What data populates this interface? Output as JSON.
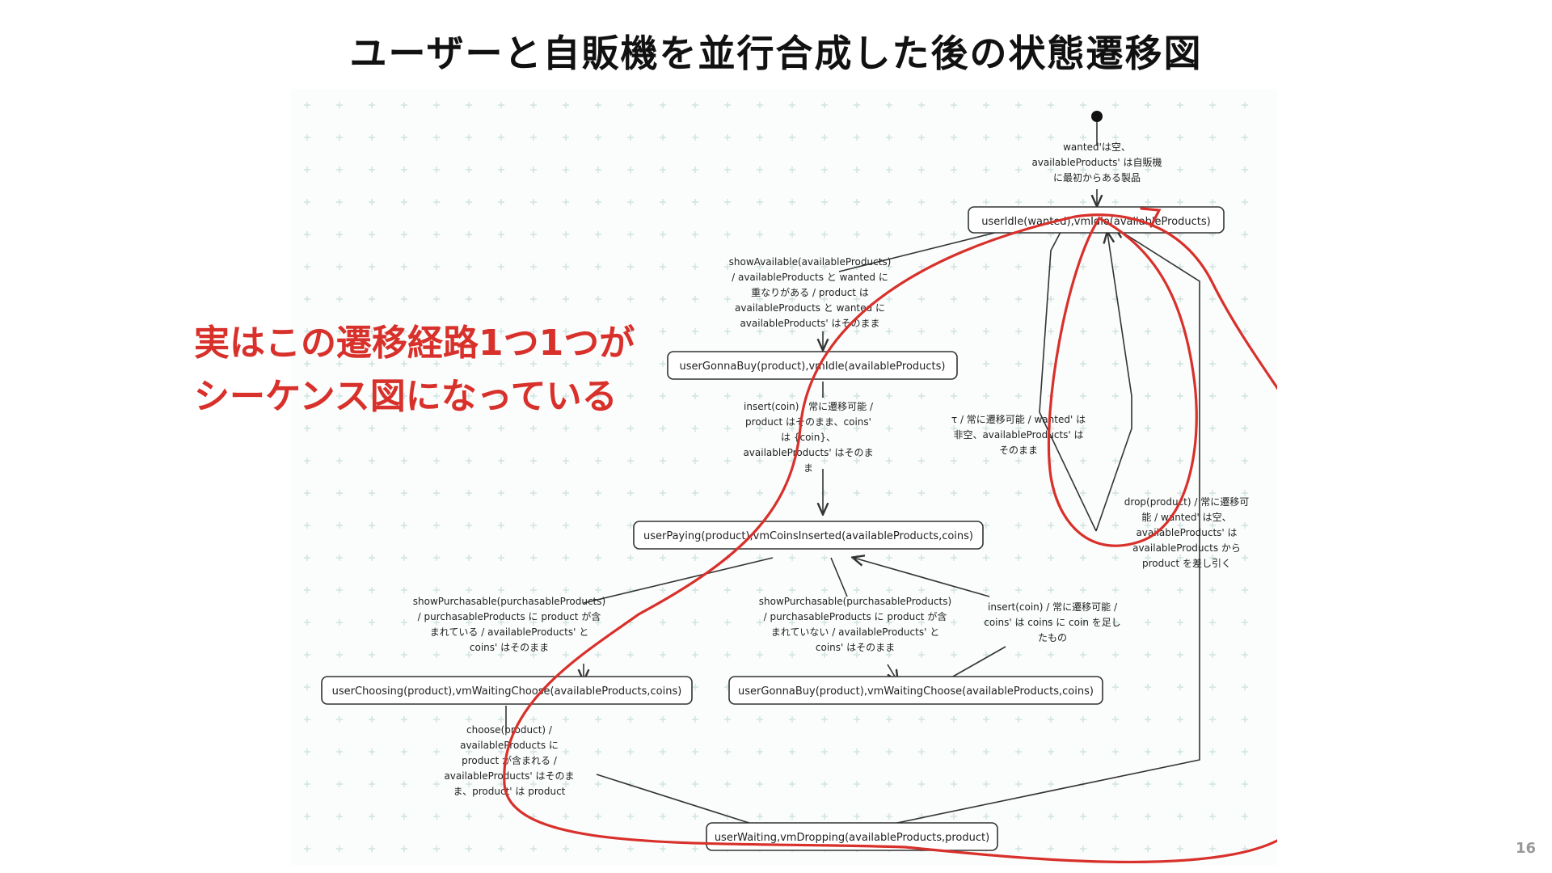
{
  "slide": {
    "title": "ユーザーと自販機を並行合成した後の状態遷移図",
    "annotation_line1": "実はこの遷移経路1つ1つが",
    "annotation_line2": "シーケンス図になっている",
    "page_number": "16"
  },
  "colors": {
    "annotation": "#d8302a",
    "node_border": "#333333",
    "grid_plus": "#cfe3e0"
  },
  "diagram": {
    "states": [
      "userIdle(wanted),vmIdle(availableProducts)",
      "userGonnaBuy(product),vmIdle(availableProducts)",
      "userPaying(product),vmCoinsInserted(availableProducts,coins)",
      "userChoosing(product),vmWaitingChoose(availableProducts,coins)",
      "userGonnaBuy(product),vmWaitingChoose(availableProducts,coins)",
      "userWaiting,vmDropping(availableProducts,product)"
    ],
    "initial_label": [
      "wanted'は空、",
      "availableProducts' は自販機",
      "に最初からある製品"
    ],
    "show_available_label": [
      "showAvailable(availableProducts)",
      "/ availableProducts と wanted に",
      "重なりがある / product は",
      "availableProducts と wanted に",
      "availableProducts' はそのまま"
    ],
    "insert_first_label": [
      "insert(coin) / 常に遷移可能 /",
      "product はそのまま、coins'",
      "は {coin}、",
      "availableProducts' はそのま",
      "ま"
    ],
    "tau_label": [
      "τ / 常に遷移可能 / wanted' は",
      "非空、availableProducts' は",
      "そのまま"
    ],
    "drop_label": [
      "drop(product) / 常に遷移可",
      "能 / wanted' は空、",
      "availableProducts' は",
      "availableProducts から",
      "product を差し引く"
    ],
    "purchasable_label": [
      "showPurchasable(purchasableProducts)",
      "/ purchasableProducts に product が含",
      "まれている / availableProducts' と",
      "coins' はそのまま"
    ],
    "not_purchasable_label": [
      "showPurchasable(purchasableProducts)",
      "/ purchasableProducts に product が含",
      "まれていない / availableProducts' と",
      "coins' はそのまま"
    ],
    "insert_more_label": [
      "insert(coin) / 常に遷移可能 /",
      "coins' は coins に coin を足し",
      "たもの"
    ],
    "choose_label": [
      "choose(product) /",
      "availableProducts に",
      "product が含まれる /",
      "availableProducts' はそのま",
      "ま、product' は product"
    ]
  }
}
